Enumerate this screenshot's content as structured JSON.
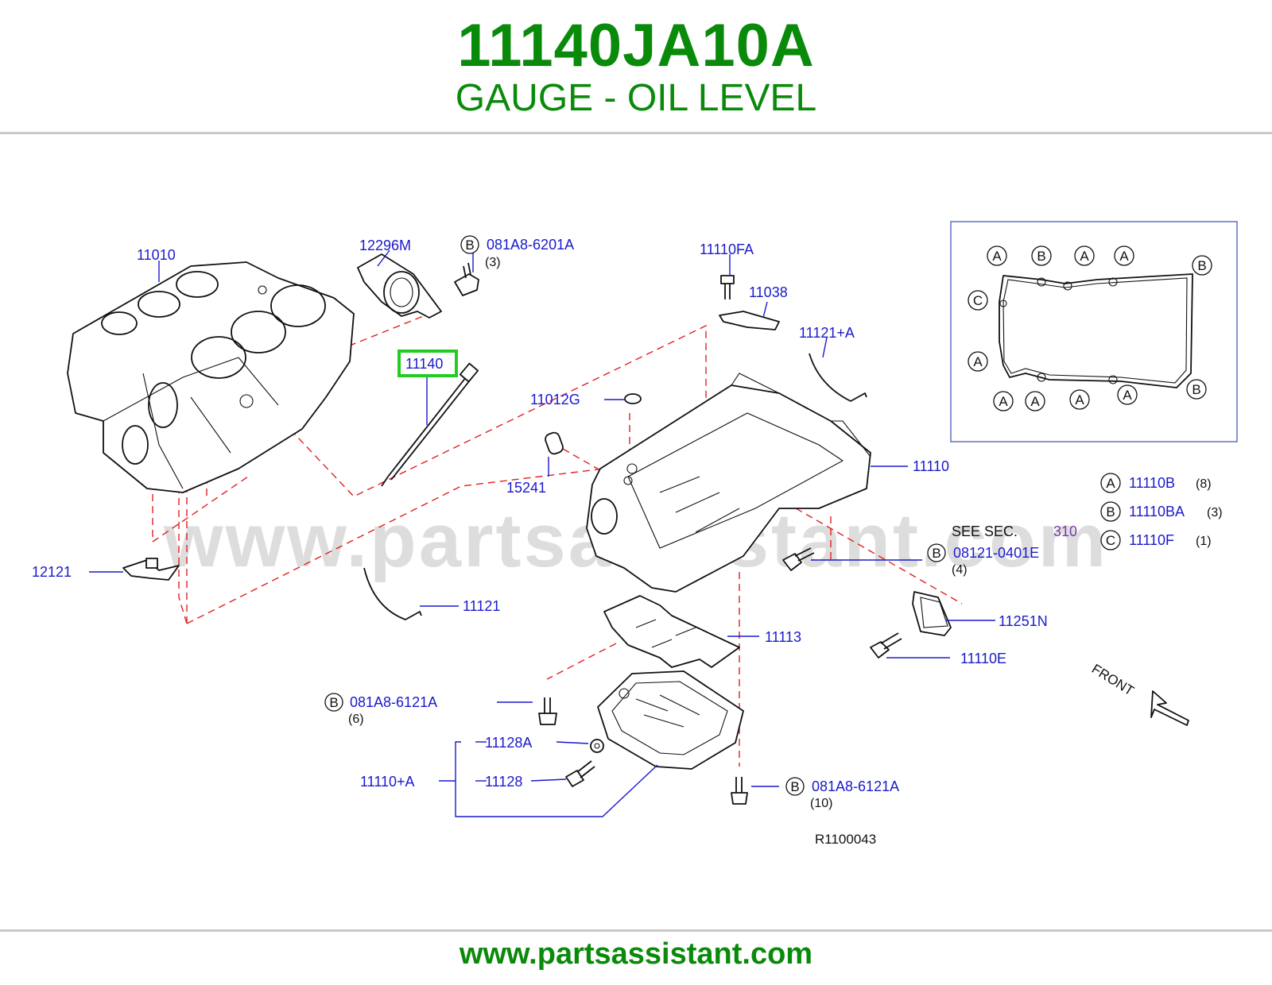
{
  "header": {
    "part_number": "11140JA10A",
    "description": "GAUGE - OIL LEVEL"
  },
  "watermark": "www.partsassistant.com",
  "footer": {
    "url": "www.partsassistant.com"
  },
  "callouts": {
    "c11010": "11010",
    "c12296m": "12296M",
    "c081a8_6201a": "081A8-6201A",
    "c081a8_6201a_qty": "(3)",
    "c11140": "11140",
    "c11110fa": "11110FA",
    "c11038": "11038",
    "c11121a": "11121+A",
    "c11012g": "11012G",
    "c15241": "15241",
    "c11110": "11110",
    "c12121": "12121",
    "c11121": "11121",
    "c08121_0401e": "08121-0401E",
    "c08121_0401e_qty": "(4)",
    "see_sec": "SEE   SEC.",
    "see_sec_num": "310",
    "c11251n": "11251N",
    "c11110e": "11110E",
    "c11113": "11113",
    "c081a8_6121a_6": "081A8-6121A",
    "c081a8_6121a_6_qty": "(6)",
    "c11128a": "11128A",
    "c11110a": "11110+A",
    "c11128": "11128",
    "c081a8_6121a_10": "081A8-6121A",
    "c081a8_6121a_10_qty": "(10)",
    "front": "FRONT",
    "diagram_ref": "R1100043"
  },
  "letters": {
    "a": "A",
    "b": "B",
    "c": "C"
  },
  "legend": [
    {
      "letter": "A",
      "part": "11110B",
      "qty": "(8)"
    },
    {
      "letter": "B",
      "part": "11110BA",
      "qty": "(3)"
    },
    {
      "letter": "C",
      "part": "11110F",
      "qty": "(1)"
    }
  ],
  "highlight_color": "#22cc22",
  "text_colors": {
    "header": "#0a8a0a",
    "callout": "#1a1acc",
    "leader": "#1a1acc",
    "dashed_guide": "#e02020",
    "section_ref": "#7a3aaa"
  }
}
